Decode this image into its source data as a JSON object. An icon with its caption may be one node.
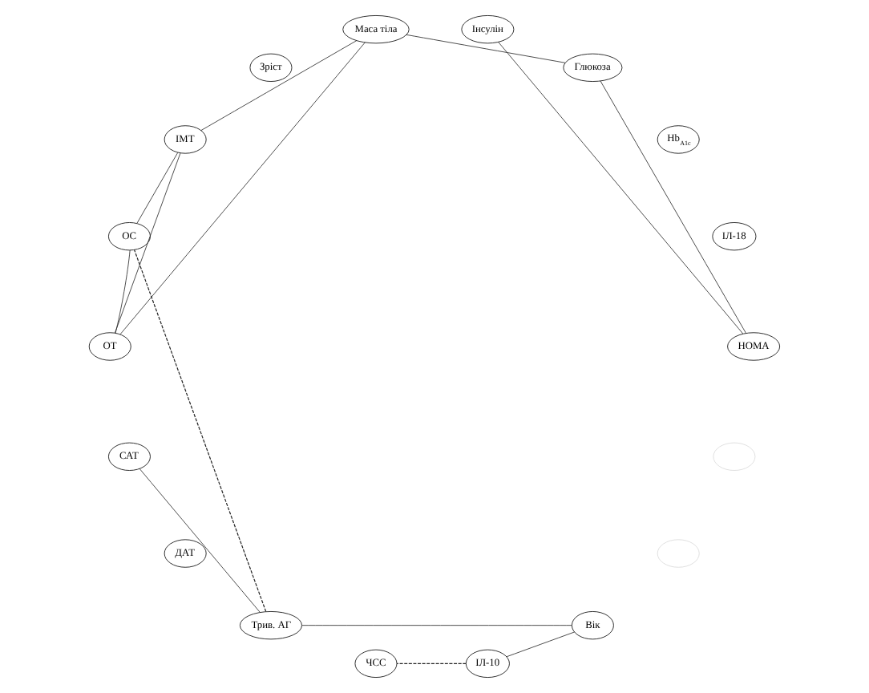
{
  "diagram": {
    "nodes": [
      {
        "text": [
          "ІЛ-10"
        ]
      },
      {
        "text": [],
        "shape": "ellipse"
      },
      {
        "text": [],
        "shape": "ellipse"
      },
      {
        "text": [
          "Вік"
        ]
      },
      {
        "text": [
          "ОТ"
        ]
      },
      {
        "text": [
          "ОС"
        ]
      },
      {
        "text": [
          "Маса тіла"
        ]
      },
      {
        "text": [
          "Зріст"
        ]
      },
      {
        "text": [
          "ІМТ"
        ]
      },
      {
        "text": [
          "САТ"
        ]
      },
      {
        "text": [
          "ДАТ"
        ]
      },
      {
        "text": [
          "Трив. АГ"
        ]
      },
      {
        "text": [
          "ЧСС"
        ]
      },
      {
        "text": [
          "Інсулін"
        ]
      },
      {
        "text": [
          "Глюкоза"
        ]
      },
      {
        "text": [
          "Hb$_{A1c}$"
        ]
      },
      {
        "text": [
          "HOMA"
        ]
      },
      {
        "text": [
          "ІЛ-18"
        ]
      }
    ],
    "edges": [
      {
        "from": 0,
        "to": 3,
        "arrow": "none"
      },
      {
        "from": 0,
        "to": 12,
        "arrow": "none",
        "style": "dashed"
      },
      {
        "from": 16,
        "to": 14,
        "arrow": "none"
      },
      {
        "from": 16,
        "to": 13,
        "arrow": "none"
      },
      {
        "from": 14,
        "to": 6,
        "arrow": "none"
      },
      {
        "from": 3,
        "to": 11,
        "arrow": "none"
      },
      {
        "from": 11,
        "to": 9,
        "arrow": "none"
      },
      {
        "from": 11,
        "to": 5,
        "arrow": "none",
        "style": "dashed"
      },
      {
        "from": 4,
        "to": 8,
        "arrow": "none"
      },
      {
        "from": 4,
        "to": 5,
        "arrow": "none"
      },
      {
        "from": 4,
        "to": 6,
        "arrow": "none"
      },
      {
        "from": 8,
        "to": 5,
        "arrow": "none"
      },
      {
        "from": 8,
        "to": 6,
        "arrow": "none"
      }
    ]
  }
}
